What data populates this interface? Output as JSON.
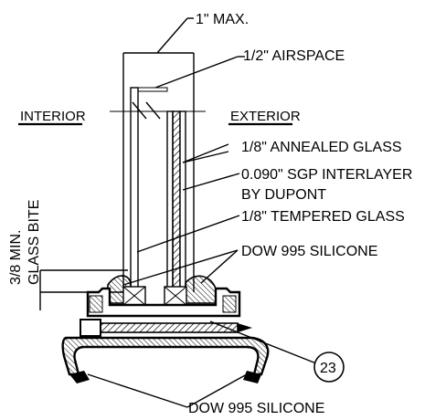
{
  "labels": {
    "max_width": "1\" MAX.",
    "airspace": "1/2\" AIRSPACE",
    "interior": "INTERIOR",
    "exterior": "EXTERIOR",
    "annealed_glass": "1/8\" ANNEALED GLASS",
    "interlayer_line1": "0.090\" SGP INTERLAYER",
    "interlayer_line2": "BY DUPONT",
    "tempered_glass": "1/8\" TEMPERED GLASS",
    "silicone_top": "DOW 995 SILICONE",
    "silicone_bottom": "DOW 995 SILICONE",
    "glass_bite_line1": "3/8 MIN.",
    "glass_bite_line2": "GLASS BITE",
    "detail_ref": "23"
  }
}
